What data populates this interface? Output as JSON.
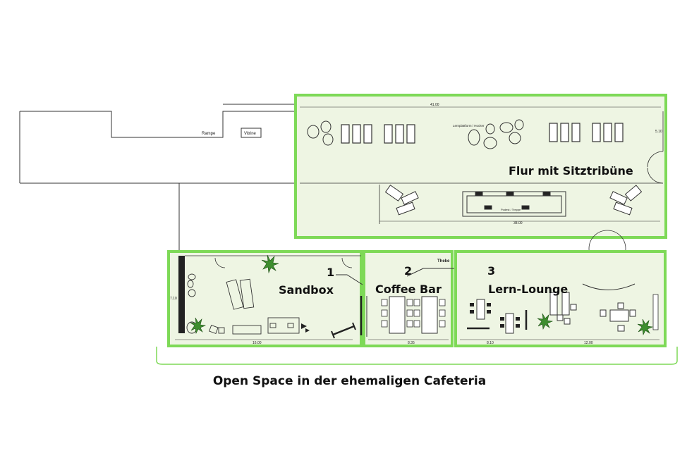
{
  "floorplan": {
    "labels": {
      "rampe": "Rampe",
      "vitrine": "Vitrine",
      "theke": "Theke",
      "flur_small": "Lernplattform / Hocker",
      "podest": "Podest / Treppe"
    },
    "dimensions": {
      "top": "41.00",
      "lower": "38.00",
      "right_top": "5.10",
      "left_height": "7.10",
      "sandbox_width": "16.00",
      "coffee_width": "8.35",
      "lern_a": "8.10",
      "lern_b": "12.00"
    },
    "zones": [
      {
        "name": "Flur mit Sitztribüne"
      },
      {
        "name": "Sandbox",
        "number": "1"
      },
      {
        "name": "Coffee Bar",
        "number": "2"
      },
      {
        "name": "Lern-Lounge",
        "number": "3"
      }
    ],
    "caption": "Open Space in der ehemaligen Cafeteria",
    "colors": {
      "zone_border": "#7ed957",
      "zone_fill": "#eef5e3",
      "line": "#333333",
      "plant": "#3e8e2f"
    }
  }
}
